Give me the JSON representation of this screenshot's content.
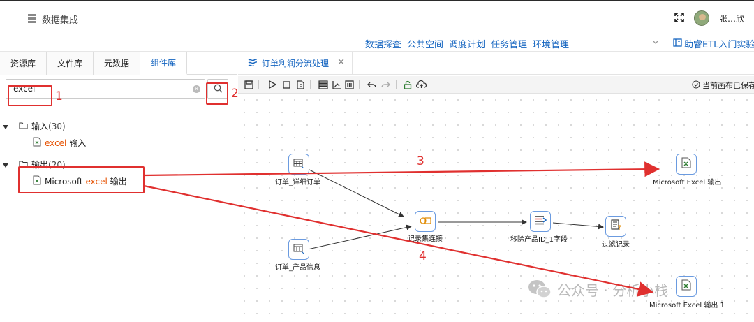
{
  "app": {
    "title": "数据集成",
    "user": "张…欣"
  },
  "menus": [
    {
      "label": "数据探查"
    },
    {
      "label": "公共空间"
    },
    {
      "label": "调度计划"
    },
    {
      "label": "任务管理"
    },
    {
      "label": "环境管理"
    }
  ],
  "etl_link": "助睿ETL入门实验",
  "left_tabs": [
    {
      "label": "资源库",
      "active": false
    },
    {
      "label": "文件库",
      "active": false
    },
    {
      "label": "元数据",
      "active": false
    },
    {
      "label": "组件库",
      "active": true
    }
  ],
  "search": {
    "value": "excel"
  },
  "tree": {
    "input_group": {
      "label": "输入",
      "count": "(30)"
    },
    "input_item": {
      "match": "excel",
      "label": " 输入"
    },
    "output_group": {
      "label": "输出",
      "count": "(20)"
    },
    "output_item": {
      "prefix": "Microsoft ",
      "match": "excel",
      "label": " 输出"
    }
  },
  "canvas_tab": {
    "label": "订单利润分流处理"
  },
  "save_status": "当前画布已保存",
  "nodes": [
    {
      "id": "n1",
      "label": "订单_详细订单",
      "icon": "table-icon"
    },
    {
      "id": "n2",
      "label": "订单_产品信息",
      "icon": "table-icon"
    },
    {
      "id": "n3",
      "label": "记录集连接",
      "icon": "join-icon"
    },
    {
      "id": "n4",
      "label": "移除产品ID_1字段",
      "icon": "remove-field-icon"
    },
    {
      "id": "n5",
      "label": "过滤记录",
      "icon": "filter-icon"
    },
    {
      "id": "n6",
      "label": "Microsoft Excel 输出",
      "icon": "excel-icon"
    },
    {
      "id": "n7",
      "label": "Microsoft Excel 输出 1",
      "icon": "excel-icon"
    }
  ],
  "annotations": [
    "1",
    "2",
    "3",
    "4"
  ],
  "watermark": {
    "text": "公众号 · 分析小栈"
  },
  "colors": {
    "accent": "#1565c0",
    "highlight": "#e65100",
    "annotation": "#e0302f"
  }
}
